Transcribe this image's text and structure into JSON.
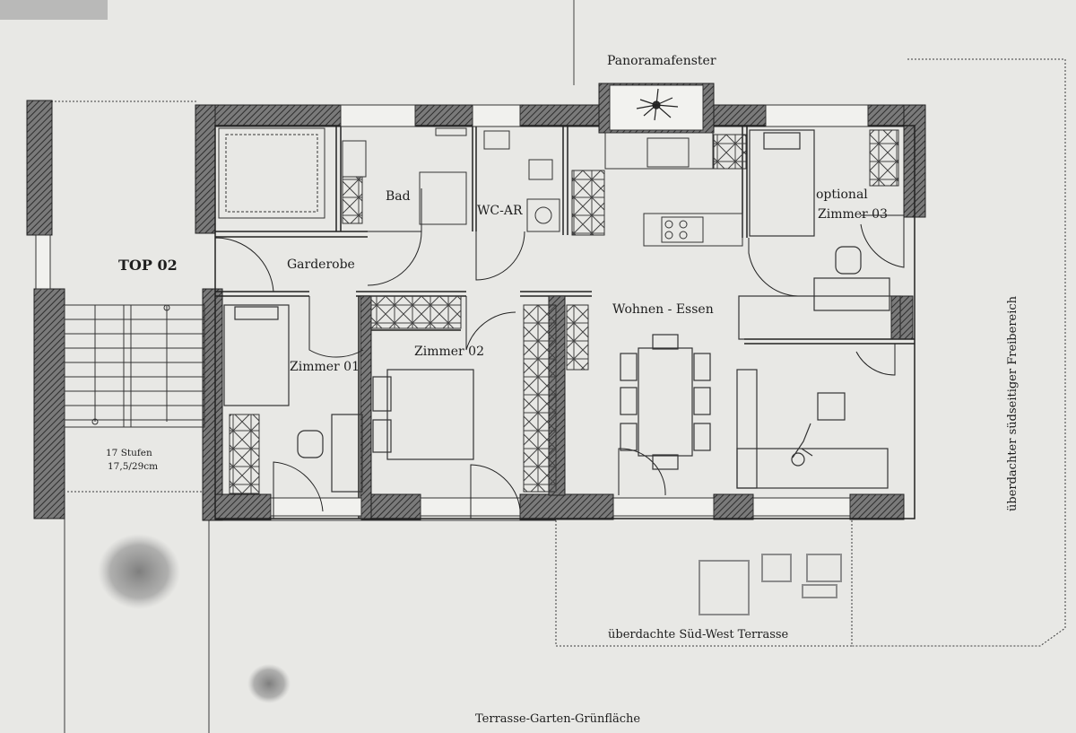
{
  "plan": {
    "unit_label": "TOP 02",
    "window_label": "Panoramafenster",
    "rooms": {
      "bath": "Bad",
      "wc": "WC-AR",
      "cloakroom": "Garderobe",
      "room_optional_line1": "optional",
      "room_optional_line2": "Zimmer 03",
      "living": "Wohnen - Essen",
      "room1": "Zimmer 01",
      "room2": "Zimmer 02"
    },
    "stairs": {
      "line1": "17 Stufen",
      "line2": "17,5/29cm"
    },
    "outdoor": {
      "covered_terrace": "überdachte Süd-West Terrasse",
      "covered_area_side": "überdachter südseitiger Freibereich",
      "garden": "Terrasse-Garten-Grünfläche"
    }
  }
}
